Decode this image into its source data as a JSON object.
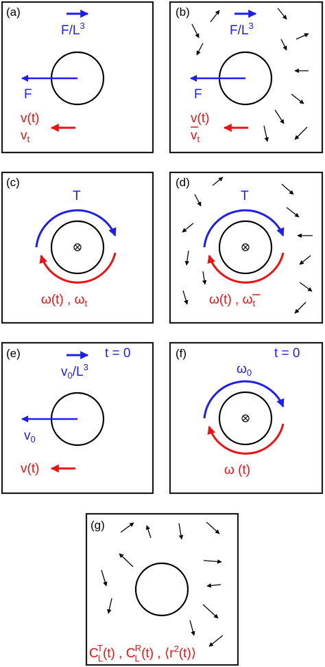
{
  "panels": {
    "a": {
      "label": "(a)",
      "force_arrow": "F/L",
      "force_arrow_sup": "3",
      "force": "F",
      "line1": "v(t)",
      "line2_main": "v",
      "line2_sub": "t"
    },
    "b": {
      "label": "(b)",
      "force_arrow": "F/L",
      "force_arrow_sup": "3",
      "force": "F",
      "line1": "v(t)",
      "line2_main": "v",
      "line2_sub": "t"
    },
    "c": {
      "label": "(c)",
      "torque": "T",
      "text_a": "ω",
      "text_b": "(t) , ",
      "text_c": "ω",
      "text_d": "t"
    },
    "d": {
      "label": "(d)",
      "torque": "T",
      "text_a": "ω",
      "text_b": "(t) , ",
      "text_c": "ω",
      "text_d": "t"
    },
    "e": {
      "label": "(e)",
      "time": "t = 0",
      "v0_main": "v",
      "v0_sub": "0",
      "v0_den": "/L",
      "v0_sup": "3",
      "vel_main": "v",
      "vel_sub": "0",
      "line": "v(t)"
    },
    "f": {
      "label": "(f)",
      "time": "t = 0",
      "omega0_main": "ω",
      "omega0_sub": "0",
      "omega_line": "ω (t)"
    },
    "g": {
      "label": "(g)",
      "c": "C",
      "l": "L",
      "t_sup": "T",
      "r_sup": "R",
      "tt": "(t)",
      "sep": " , ",
      "open": "⟨",
      "close": "⟩",
      "r": "r",
      "two": "2"
    }
  },
  "colors": {
    "blue": "#1d1df0",
    "red": "#ee1111",
    "black": "#000000"
  }
}
